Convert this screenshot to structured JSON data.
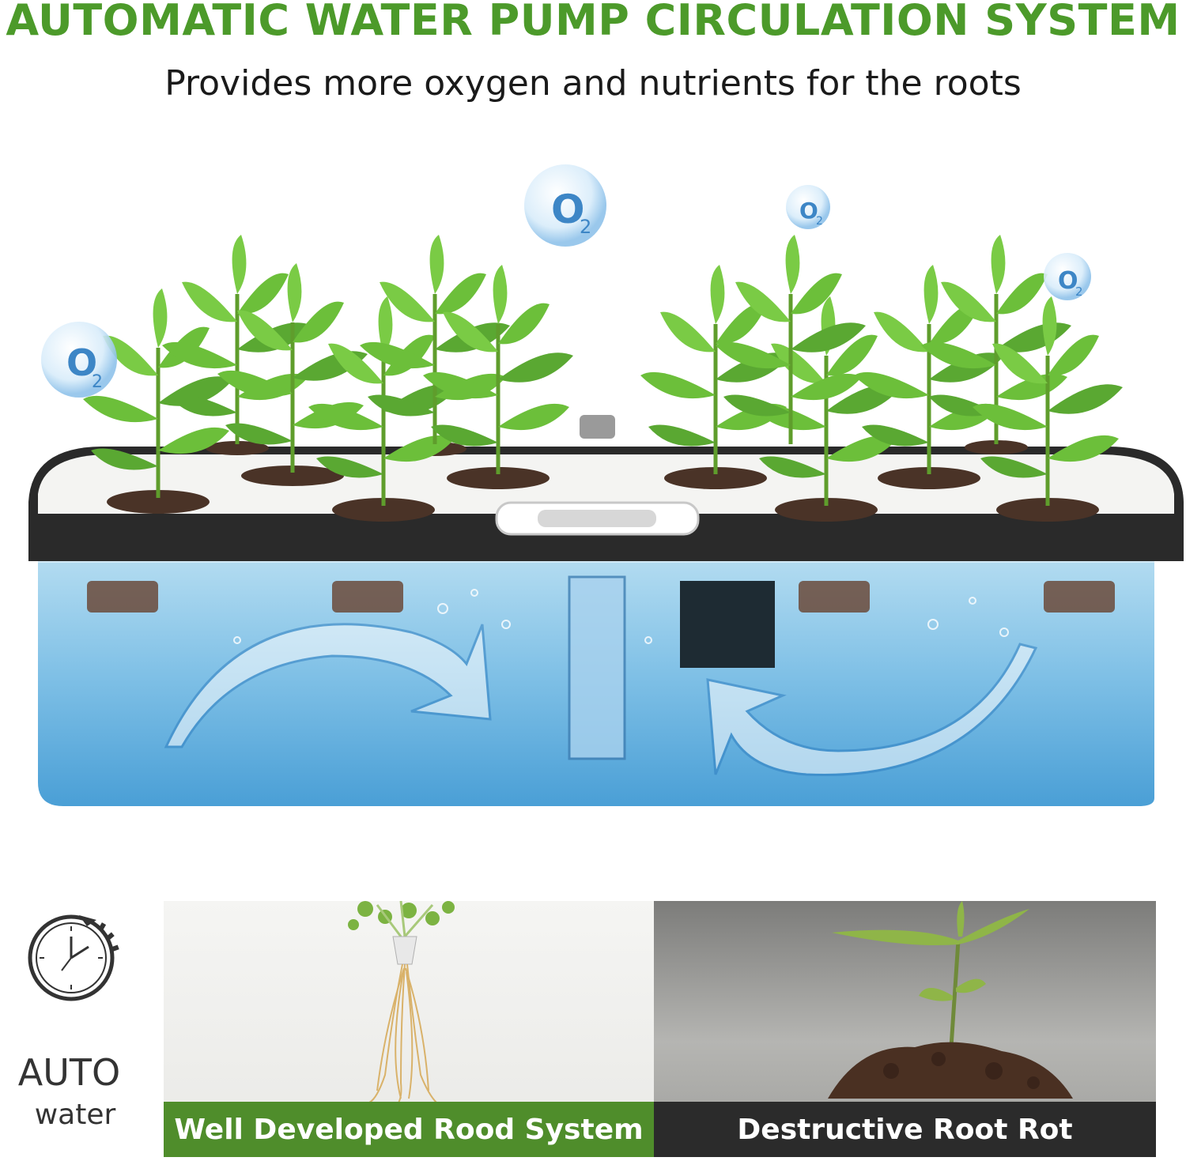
{
  "header": {
    "title": "AUTOMATIC WATER PUMP CIRCULATION SYSTEM",
    "subtitle": "Provides more oxygen and nutrients for the roots"
  },
  "hero": {
    "oxygen_label": "O",
    "oxygen_subscript": "2"
  },
  "auto_water": {
    "line1": "AUTO",
    "line2": "water",
    "icon": "clock-icon"
  },
  "comparison": {
    "left_caption": "Well Developed Rood System",
    "right_caption": "Destructive Root Rot"
  },
  "colors": {
    "title_green": "#4c9a2a",
    "caption_green": "#4f8d2b",
    "caption_dark": "#2b2b2b",
    "water_blue": "#7fc0e6"
  }
}
